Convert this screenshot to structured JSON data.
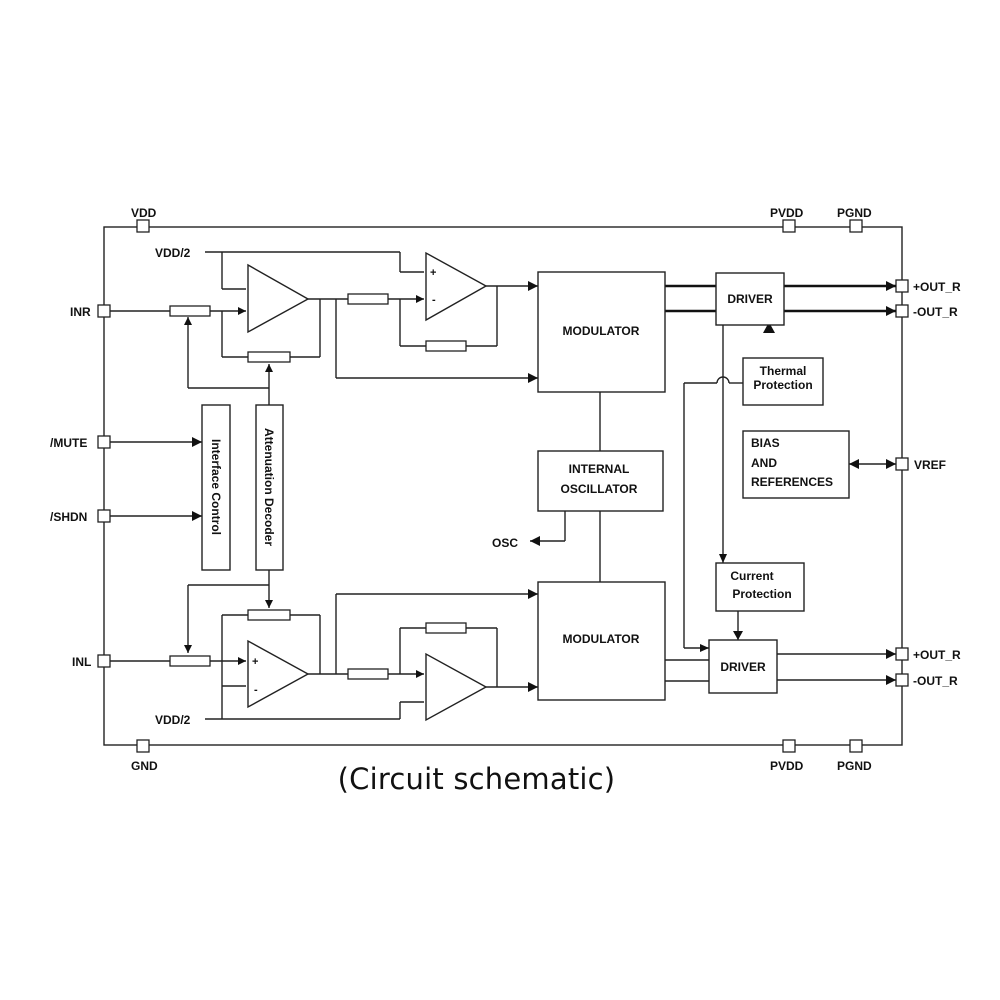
{
  "pins": {
    "vdd": "VDD",
    "pvdd_top": "PVDD",
    "pgnd_top": "PGND",
    "inr": "INR",
    "mute": "/MUTE",
    "shdn": "/SHDN",
    "inl": "INL",
    "gnd": "GND",
    "pvdd_bottom": "PVDD",
    "pgnd_bottom": "PGND",
    "out_r_plus_top": "+OUT_R",
    "out_r_minus_top": "-OUT_R",
    "vref": "VREF",
    "out_r_plus_bottom": "+OUT_R",
    "out_r_minus_bottom": "-OUT_R",
    "osc": "OSC",
    "vdd2_top": "VDD/2",
    "vdd2_bottom": "VDD/2"
  },
  "blocks": {
    "modulator_top": "MODULATOR",
    "modulator_bottom": "MODULATOR",
    "driver_top": "DRIVER",
    "driver_bottom": "DRIVER",
    "oscillator_line1": "INTERNAL",
    "oscillator_line2": "OSCILLATOR",
    "thermal_line1": "Thermal",
    "thermal_line2": "Protection",
    "bias_line1": "BIAS",
    "bias_line2": "AND",
    "bias_line3": "REFERENCES",
    "current_line1": "Current",
    "current_line2": "Protection",
    "interface_control": "Interface Control",
    "attenuation_decoder": "Attenuation Decoder"
  },
  "amp_signs": {
    "plus": "+",
    "minus": "-"
  },
  "caption": "(Circuit schematic)"
}
